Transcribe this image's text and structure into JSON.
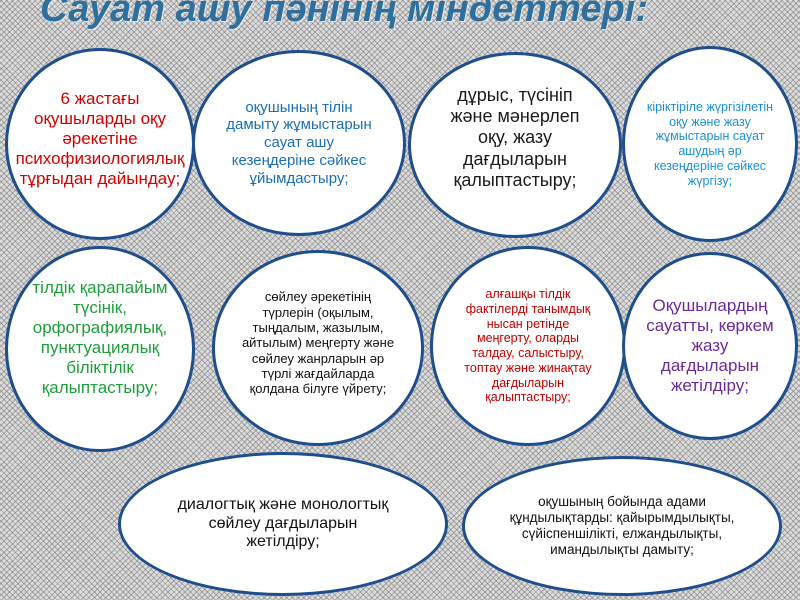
{
  "title": "Сауат ашу пәнінің міндеттері:",
  "bubbles": [
    "6 жастағы оқушыларды оқу әрекетіне психофизиологиялық тұрғыдан дайындау;",
    "оқушының тілін дамыту жұмыстарын сауат ашу кезеңдеріне сәйкес ұйымдастыру;",
    "дұрыс, түсініп және мәнерлеп оқу, жазу дағдыларын қалыптастыру;",
    "кіріктіріле жүргізілетін оқу және жазу жұмыстарын сауат ашудың әр кезеңдеріне сәйкес жүргізу;",
    "тілдік қарапайым түсінік, орфографиялық, пунктуациялық біліктілік қалыптастыру;",
    "сөйлеу әрекетінің түрлерін (оқылым, тыңдалым, жазылым, айтылым) меңгерту және сөйлеу жанрларын әр түрлі жағдайларда қолдана білуге үйрету;",
    "алғашқы тілдік фактілерді танымдық нысан ретінде меңгерту, оларды талдау, салыстыру, топтау және жинақтау дағдыларын қалыптастыру;",
    "Оқушылардың сауатты, көркем жазу дағдыларын жетілдіру;",
    "диалогтық және монологтық сөйлеу дағдыларын жетілдіру;",
    "оқушының бойында адами құндылықтарды: қайырымдылықты, сүйіспеншілікті, елжандылықты, имандылықты дамыту;"
  ]
}
